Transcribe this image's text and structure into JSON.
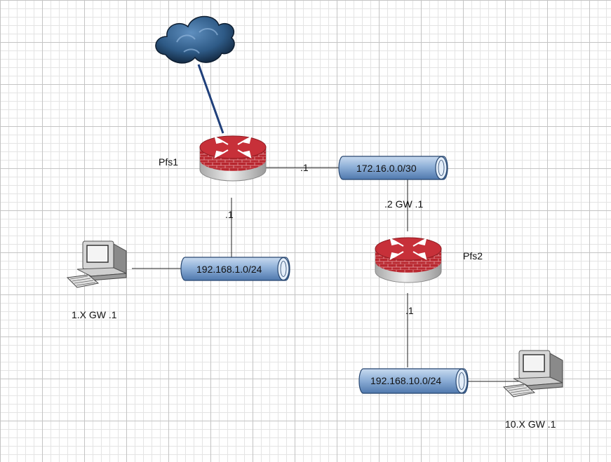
{
  "devices": {
    "pfs1": {
      "name": "Pfs1"
    },
    "pfs2": {
      "name": "Pfs2"
    },
    "pc1": {
      "label": "1.X GW .1"
    },
    "pc2": {
      "label": "10.X GW .1"
    }
  },
  "networks": {
    "wan": {
      "label": "172.16.0.0/30"
    },
    "lan1": {
      "label": "192.168.1.0/24"
    },
    "lan2": {
      "label": "192.168.10.0/24"
    }
  },
  "links": {
    "pfs1_wan": ".1",
    "pfs1_lan": ".1",
    "wan_pfs2": ".2 GW .1",
    "pfs2_lan": ".1"
  },
  "colors": {
    "router_red": "#b8272f",
    "router_body": "#c9c9c9",
    "pipe_blue": "#7fa3cf",
    "cloud_blue": "#1f4466",
    "internet_link": "#1f3f7a"
  },
  "icons": [
    "cloud-icon",
    "router-icon",
    "router-icon",
    "computer-icon",
    "computer-icon"
  ]
}
